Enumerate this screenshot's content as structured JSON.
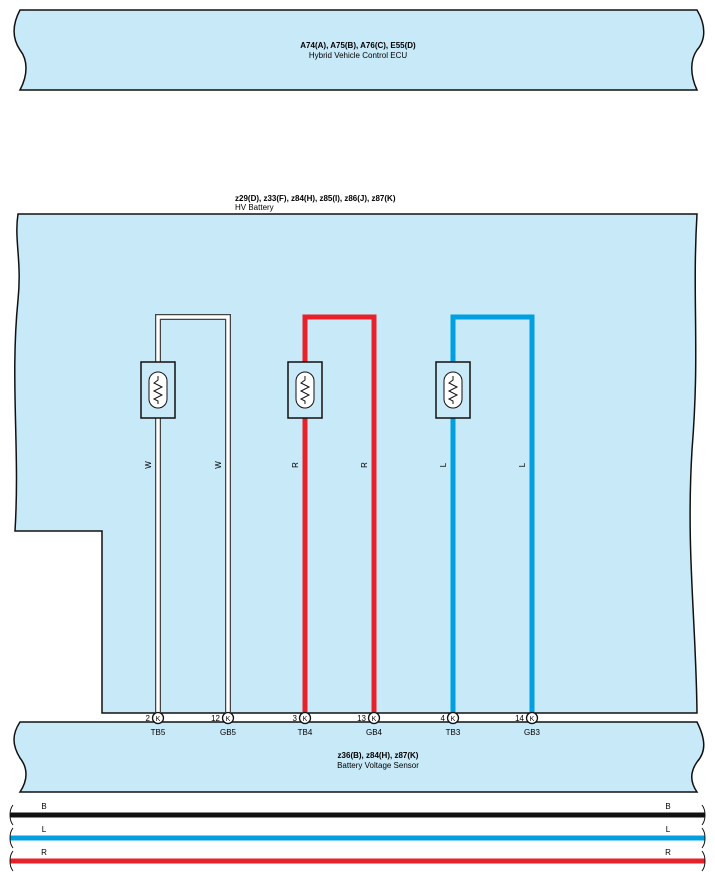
{
  "ecu": {
    "connectors": "A74(A), A75(B), A76(C), E55(D)",
    "name": "Hybrid Vehicle Control ECU"
  },
  "battery": {
    "connectors": "z29(D), z33(F), z84(H), z85(I), z86(J), z87(K)",
    "name": "HV Battery"
  },
  "sensor": {
    "connectors": "z36(B), z84(H), z87(K)",
    "name": "Battery Voltage Sensor"
  },
  "wires": [
    {
      "color_code": "W",
      "color": "#ffffff",
      "pins": [
        {
          "pin": "2",
          "connector": "K",
          "label": "TB5"
        },
        {
          "pin": "12",
          "connector": "K",
          "label": "GB5"
        }
      ]
    },
    {
      "color_code": "R",
      "color": "#e8202a",
      "pins": [
        {
          "pin": "3",
          "connector": "K",
          "label": "TB4"
        },
        {
          "pin": "13",
          "connector": "K",
          "label": "GB4"
        }
      ]
    },
    {
      "color_code": "L",
      "color": "#00a0e0",
      "pins": [
        {
          "pin": "4",
          "connector": "K",
          "label": "TB3"
        },
        {
          "pin": "14",
          "connector": "K",
          "label": "GB3"
        }
      ]
    }
  ],
  "bus_lines": [
    {
      "code": "B",
      "color": "#111111"
    },
    {
      "code": "L",
      "color": "#00a0e0"
    },
    {
      "code": "R",
      "color": "#e8202a"
    }
  ],
  "colors": {
    "component_fill": "#c8e9f8",
    "outline": "#111111"
  },
  "icons": [
    "thermistor-icon",
    "connector-pin-icon"
  ]
}
